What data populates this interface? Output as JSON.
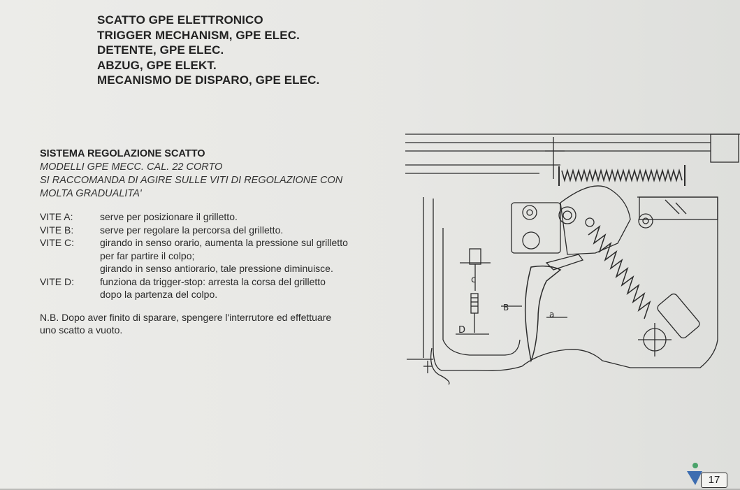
{
  "titles": [
    "SCATTO GPE ELETTRONICO",
    "TRIGGER MECHANISM, GPE ELEC.",
    "DETENTE, GPE ELEC.",
    "ABZUG, GPE ELEKT.",
    "MECANISMO DE DISPARO, GPE ELEC."
  ],
  "section": {
    "heading": "SISTEMA REGOLAZIONE SCATTO",
    "italic_lines": [
      "MODELLI GPE MECC. CAL. 22 CORTO",
      "SI RACCOMANDA DI AGIRE SULLE VITI DI REGOLAZIONE CON",
      "MOLTA GRADUALITA'"
    ],
    "screws": [
      {
        "label": "VITE  A:",
        "lines": [
          "serve per posizionare il grilletto."
        ]
      },
      {
        "label": "VITE  B:",
        "lines": [
          "serve per regolare la percorsa del grilletto."
        ]
      },
      {
        "label": "VITE  C:",
        "lines": [
          "girando in senso orario, aumenta la pressione sul grilletto",
          "per far partire il colpo;",
          "girando in senso antiorario, tale pressione diminuisce."
        ]
      },
      {
        "label": "VITE  D:",
        "lines": [
          "funziona da trigger-stop: arresta la corsa del grilletto",
          "dopo la partenza del colpo."
        ]
      }
    ],
    "note_lines": [
      "N.B. Dopo aver finito di sparare, spengere l'interrutore ed effettuare",
      "uno scatto a vuoto."
    ]
  },
  "diagram": {
    "labels": {
      "a": "a",
      "b": "B",
      "c": "c",
      "d": "D"
    }
  },
  "page_number": "17",
  "colors": {
    "ink": "#222222",
    "paper": "#e9e9e6"
  }
}
